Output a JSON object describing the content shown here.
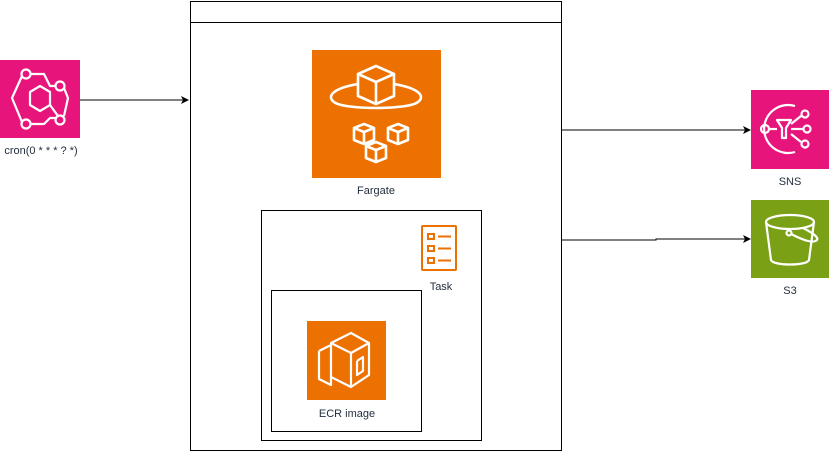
{
  "nodes": {
    "eventbridge": {
      "label": "cron(0 * * * ? *)",
      "icon": "eventbridge-icon",
      "color": "#E7157B"
    },
    "fargate": {
      "label": "Fargate",
      "icon": "fargate-icon",
      "color": "#ED7100"
    },
    "task": {
      "label": "Task",
      "icon": "task-icon",
      "color": "#ED7100"
    },
    "ecr_image": {
      "label": "ECR image",
      "icon": "ecr-image-icon",
      "color": "#ED7100"
    },
    "sns": {
      "label": "SNS",
      "icon": "sns-icon",
      "color": "#E7157B"
    },
    "s3": {
      "label": "S3",
      "icon": "s3-bucket-icon",
      "color": "#7AA116"
    }
  },
  "edges": [
    {
      "from": "eventbridge",
      "to": "fargate-container"
    },
    {
      "from": "fargate-container",
      "to": "sns"
    },
    {
      "from": "fargate-container",
      "to": "s3"
    }
  ]
}
